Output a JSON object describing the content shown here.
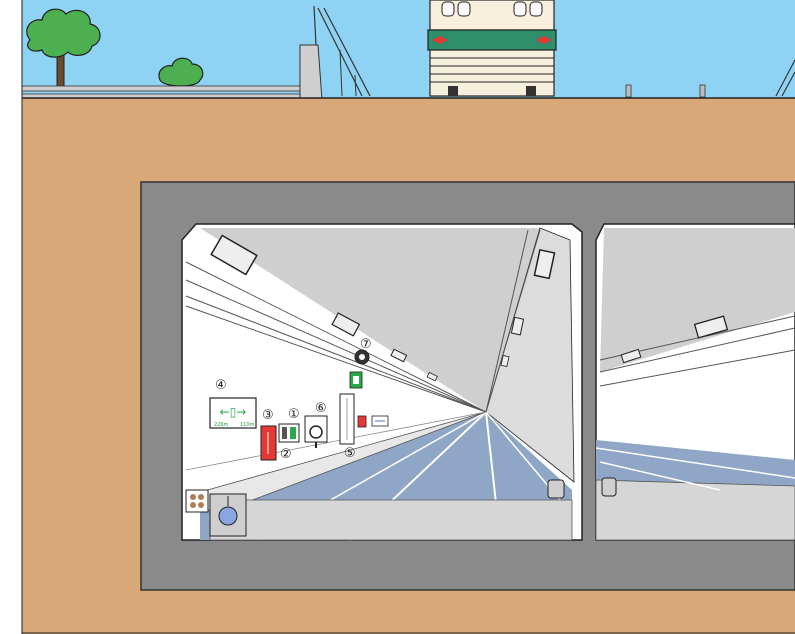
{
  "colors": {
    "sky": "#8fd3f4",
    "ground": "#d8a878",
    "tunnel_frame": "#8a8a8a",
    "tunnel_frame_edge": "#5c5c5c",
    "ceiling": "#cfcfcf",
    "wall": "#ffffff",
    "road": "#8fa6c6",
    "tree_green": "#4caf50",
    "train_body": "#f6f0dc",
    "train_band": "#2f8f6a",
    "train_light": "#e53935",
    "fire_box": "#e53935",
    "exit_green": "#2aa84a",
    "drain_blue": "#8aa6e0"
  },
  "icons": [
    "tree-icon",
    "bush-icon",
    "train-icon",
    "emergency-exit-sign-icon",
    "fire-extinguisher-box-icon",
    "hydrant-panel-icon",
    "emergency-phone-icon",
    "loudspeaker-icon",
    "drain-icon"
  ],
  "equipment_markers": [
    {
      "id": "1",
      "label": "①"
    },
    {
      "id": "2",
      "label": "②"
    },
    {
      "id": "3",
      "label": "③"
    },
    {
      "id": "4",
      "label": "④"
    },
    {
      "id": "5",
      "label": "⑤"
    },
    {
      "id": "6",
      "label": "⑥"
    },
    {
      "id": "7",
      "label": "⑦"
    }
  ],
  "exit_sign": {
    "left_distance": "226m",
    "right_distance": "110m"
  }
}
